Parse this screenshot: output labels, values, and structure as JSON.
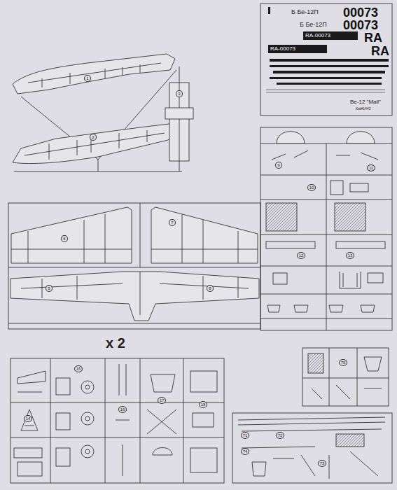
{
  "diagram": {
    "nodes": [
      {
        "text": [
          "Б Бе-12П",
          "00073",
          "Б Бе-12П",
          "00073",
          "RA-00073",
          "RA",
          "RA-00073",
          "RA",
          "Be-12 \"Mail\"",
          "Kat#1442"
        ]
      }
    ],
    "labels": [
      "1",
      "2",
      "3",
      "6",
      "7",
      "5",
      "8",
      "x 2",
      "9",
      "10",
      "11",
      "12",
      "13",
      "14",
      "15",
      "16",
      "17",
      "18",
      "71",
      "72",
      "73",
      "74",
      "75"
    ]
  }
}
